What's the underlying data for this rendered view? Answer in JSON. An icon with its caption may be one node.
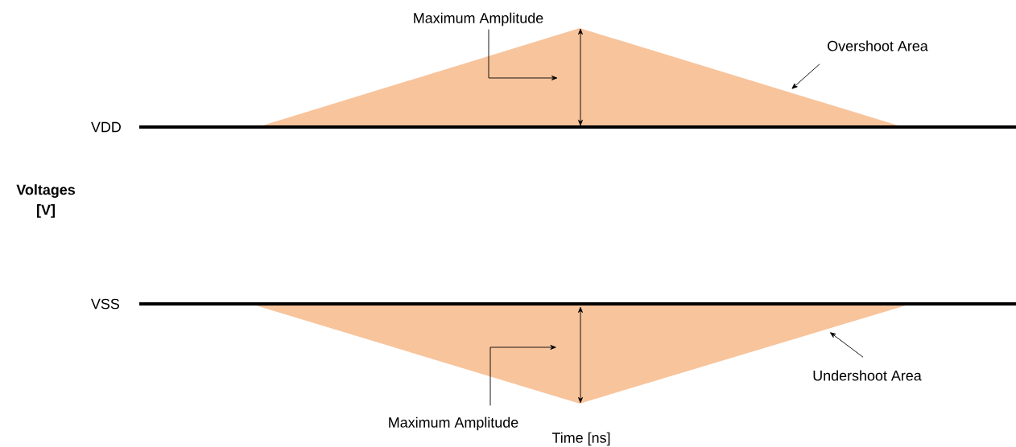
{
  "diagram": {
    "nodes": [
      {
        "text": [
          "Maximum Amplitude"
        ]
      },
      {
        "text": [],
        "shape": "triangle"
      },
      {
        "text": [
          "Overshoot Area"
        ]
      },
      {
        "text": [],
        "shape": "triangle"
      },
      {
        "text": [
          "Undershoot Area"
        ]
      },
      {
        "text": [
          "Maximum Amplitude"
        ]
      }
    ],
    "edges": [
      {
        "from": 0,
        "to": 1,
        "arrow": "to"
      },
      {
        "from": 2,
        "to": 1,
        "arrow": "to"
      },
      {
        "from": 4,
        "to": 3,
        "arrow": "to"
      },
      {
        "from": 5,
        "to": 3,
        "arrow": "to"
      }
    ],
    "labels": [
      "VDD",
      "Voltages [V]",
      "VSS",
      "Time [ns]"
    ]
  }
}
